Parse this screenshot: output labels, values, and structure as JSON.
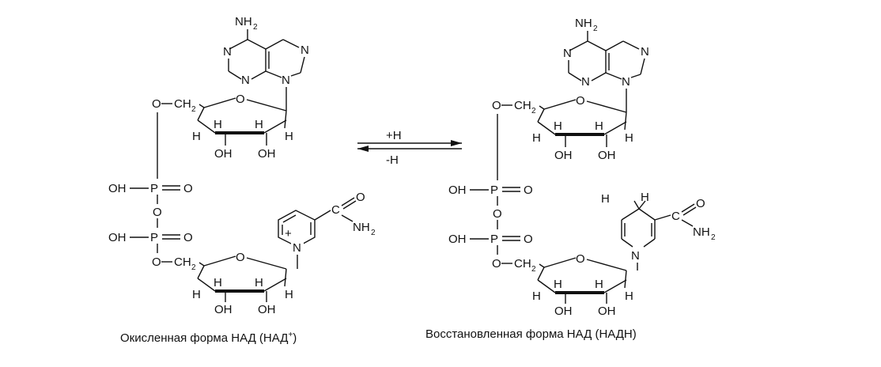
{
  "atoms": {
    "N": "N",
    "NH": "NH",
    "two": "2",
    "O": "O",
    "CH": "CH",
    "C": "C",
    "H": "H",
    "OH": "OH",
    "P": "P",
    "plus": "+",
    "dbl": "="
  },
  "reaction": {
    "forward": "+H",
    "reverse": "-H"
  },
  "captions": {
    "oxidized_text": "Окисленная форма НАД (НАД",
    "oxidized_sup": "+",
    "oxidized_close": ")",
    "reduced": "Восстановленная форма НАД (НАДН)"
  }
}
